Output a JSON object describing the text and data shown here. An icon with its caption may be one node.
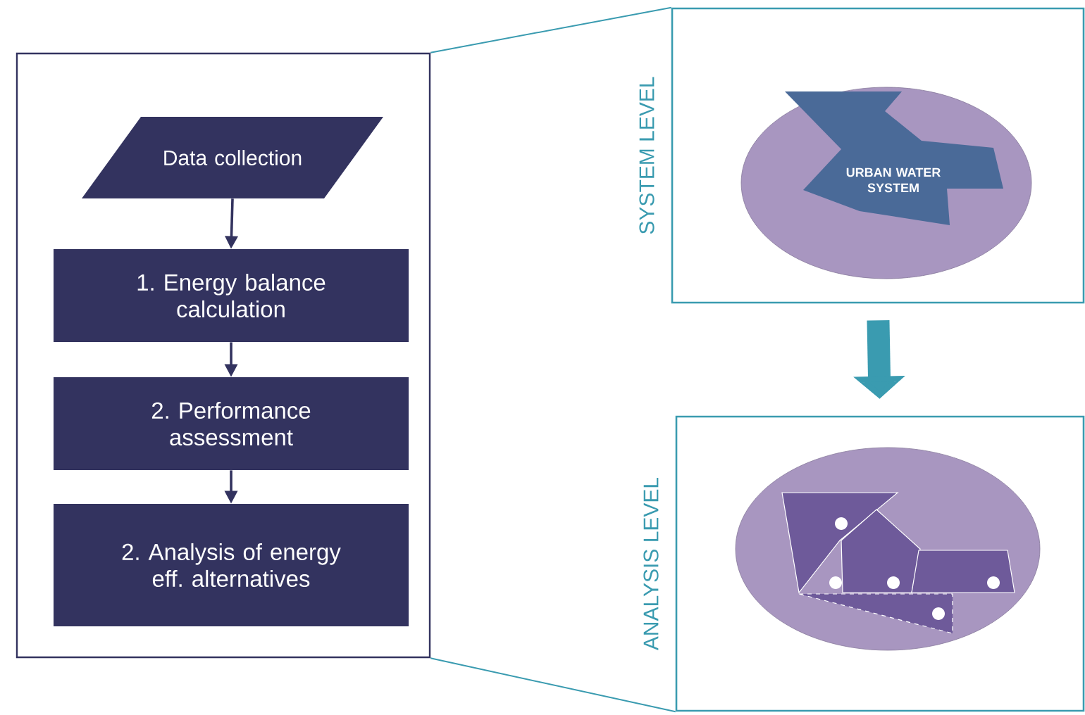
{
  "diagram": {
    "nodes": [
      {
        "text": [],
        "shape": "box"
      },
      {
        "text": [
          "Data collection"
        ],
        "in": 0
      },
      {
        "text": [
          "1. Energy balance calculation"
        ],
        "in": 0
      },
      {
        "text": [
          "2. Performance assessment"
        ],
        "in": 0
      },
      {
        "text": [
          "2. Analysis of energy eff. alternatives"
        ],
        "in": 0
      },
      {
        "text": [
          "SYSTEM LEVEL"
        ]
      },
      {
        "text": [
          "URBAN WATER SYSTEM"
        ],
        "in": 5
      },
      {
        "text": [
          "ANALYSIS LEVEL"
        ]
      },
      {
        "text": [],
        "shape": "picture",
        "in": 7
      }
    ],
    "edges": [
      {
        "from": 1,
        "to": 2,
        "arrow": "to"
      },
      {
        "from": 2,
        "to": 3,
        "arrow": "to"
      },
      {
        "from": 3,
        "to": 4,
        "arrow": "to"
      },
      {
        "from": 5,
        "to": 7,
        "arrow": "to",
        "style": "thick",
        "color": "#3a9bb0"
      },
      {
        "from": 0,
        "to": 5,
        "arrow": "none",
        "color": "#3a9bb0"
      },
      {
        "from": 0,
        "to": 7,
        "arrow": "none",
        "color": "#3a9bb0"
      }
    ]
  }
}
